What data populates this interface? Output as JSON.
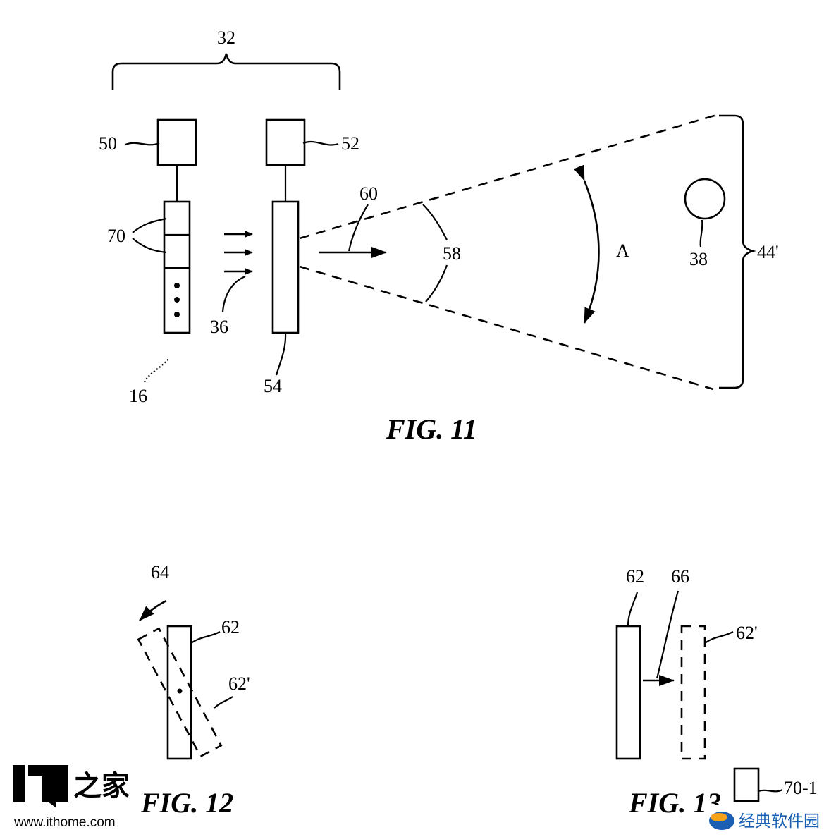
{
  "figures": {
    "fig11": {
      "caption": "FIG. 11",
      "labels": {
        "group": "32",
        "box_left": "50",
        "box_right": "52",
        "emitters": "70",
        "incoming": "36",
        "system": "16",
        "panel": "54",
        "output": "60",
        "beam": "58",
        "angle": "A",
        "target": "38",
        "field": "44'"
      }
    },
    "fig12": {
      "caption": "FIG. 12",
      "labels": {
        "rotation": "64",
        "element": "62",
        "element_rotated": "62'"
      }
    },
    "fig13": {
      "caption": "FIG. 13",
      "labels": {
        "element": "62",
        "translation": "66",
        "element_shifted": "62'",
        "sub_emitter": "70-1"
      }
    }
  },
  "watermarks": {
    "ithome_url": "www.ithome.com",
    "site_name": "经典软件园"
  }
}
